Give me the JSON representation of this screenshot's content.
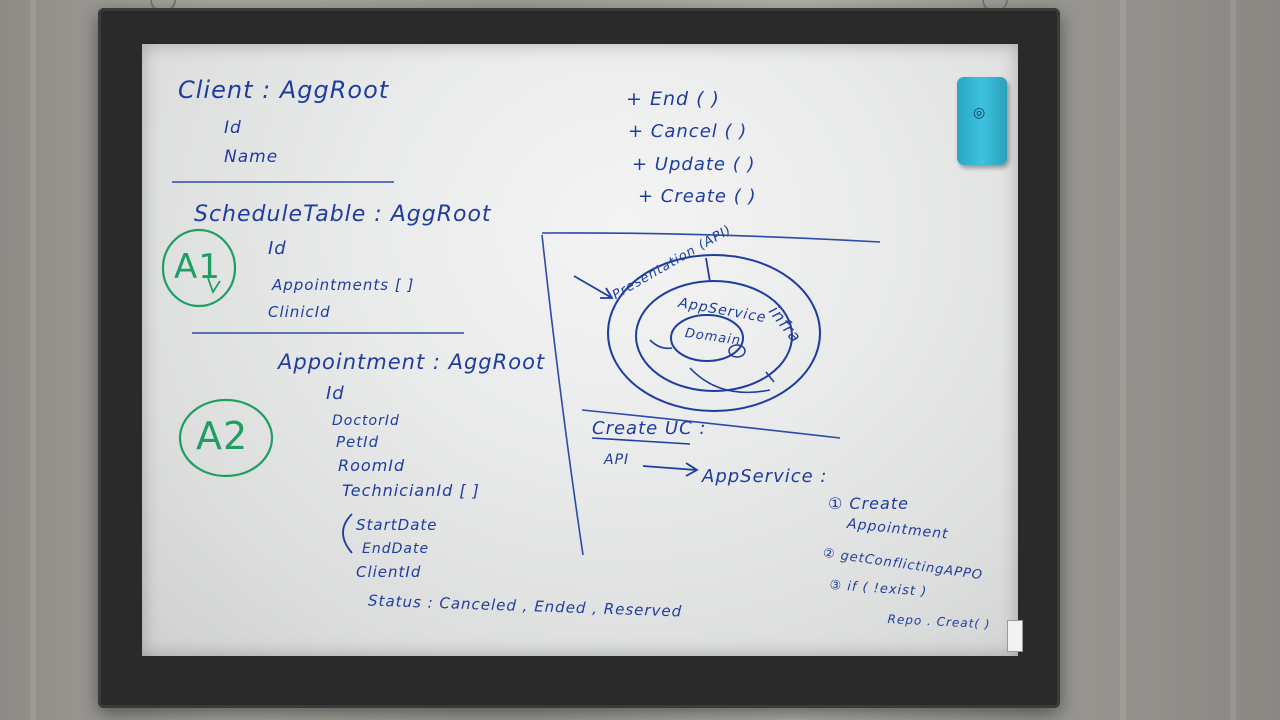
{
  "client": {
    "title": "Client : AggRoot",
    "fields": [
      "Id",
      "Name"
    ]
  },
  "schedule_table": {
    "title": "ScheduleTable : AggRoot",
    "badge": "A1",
    "fields": [
      "Id",
      "Appointments [ ]",
      "ClinicId"
    ]
  },
  "appointment": {
    "title": "Appointment : AggRoot",
    "badge": "A2",
    "fields": [
      "Id",
      "DoctorId",
      "PetId",
      "RoomId",
      "TechnicianId [ ]",
      "StartDate",
      "EndDate",
      "ClientId"
    ],
    "status": "Status : Canceled , Ended , Reserved"
  },
  "methods": [
    "+ End ( )",
    "+ Cancel ( )",
    "+ Update ( )",
    "+ Create ( )"
  ],
  "diagram": {
    "outer": "Presentation (API)",
    "infra": "infra",
    "app_service": "AppService",
    "domain": "Domain"
  },
  "use_case": {
    "title": "Create UC :",
    "flow_from": "API",
    "flow_to": "AppService :",
    "steps": [
      "① Create",
      "Appointment",
      "② getConflictingAPPO",
      "③ if ( !exist )",
      "Repo . Creat( )"
    ]
  },
  "colors": {
    "marker_blue": "#1f3d9e",
    "marker_green": "#1f9e62",
    "eraser": "#2aa7c4",
    "frame": "#2a2a2a"
  }
}
